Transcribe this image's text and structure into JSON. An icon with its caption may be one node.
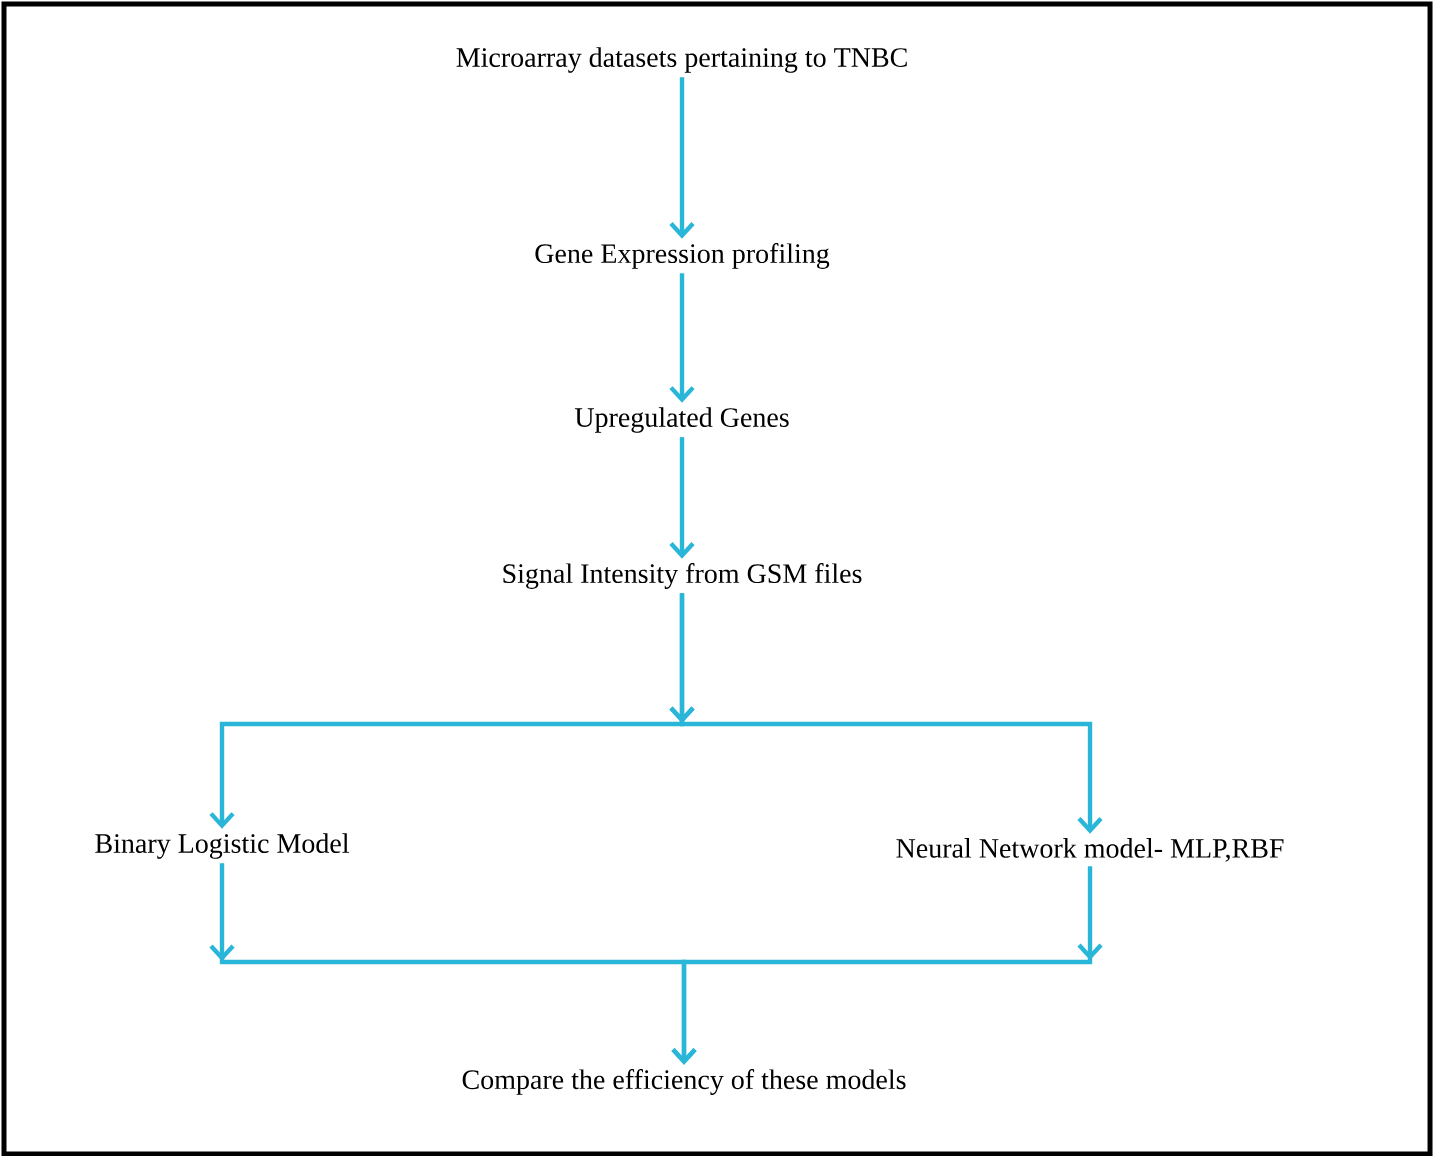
{
  "diagram": {
    "nodes": [
      {
        "text": [
          "Microarray datasets pertaining to TNBC"
        ]
      },
      {
        "text": [
          "Gene Expression profiling"
        ]
      },
      {
        "text": [
          "Upregulated Genes"
        ]
      },
      {
        "text": [
          "Signal Intensity from GSM files"
        ]
      },
      {
        "text": [
          "Binary Logistic Model"
        ]
      },
      {
        "text": [
          "Neural Network model- MLP,RBF"
        ]
      },
      {
        "text": [
          "Compare the efficiency of these models"
        ]
      }
    ],
    "edges": [
      {
        "from": 0,
        "to": 1,
        "arrow": "to"
      },
      {
        "from": 1,
        "to": 2,
        "arrow": "to"
      },
      {
        "from": 2,
        "to": 3,
        "arrow": "to"
      },
      {
        "from": 3,
        "to": 4,
        "arrow": "to"
      },
      {
        "from": 3,
        "to": 5,
        "arrow": "to"
      },
      {
        "from": 4,
        "to": 6,
        "arrow": "to"
      },
      {
        "from": 5,
        "to": 6,
        "arrow": "to"
      }
    ]
  }
}
